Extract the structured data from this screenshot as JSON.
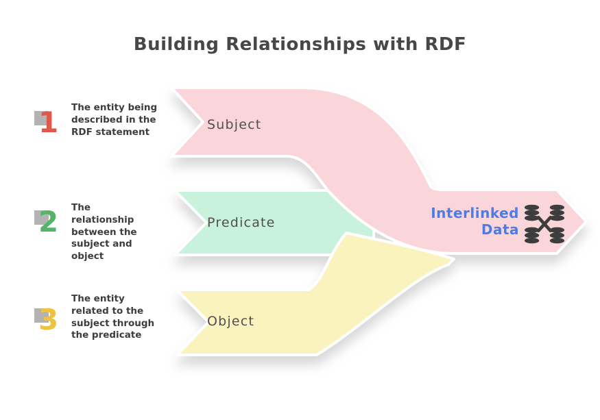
{
  "title": "Building Relationships with RDF",
  "legend": [
    {
      "number": "1",
      "color": "#e2574c",
      "square_color": "#a0a0a0",
      "description": "The entity being described in the RDF statement"
    },
    {
      "number": "2",
      "color": "#55b467",
      "square_color": "#a0a0a0",
      "description": "The relationship between the subject and object"
    },
    {
      "number": "3",
      "color": "#eec33f",
      "square_color": "#a0a0a0",
      "description": "The entity related to the subject through the predicate"
    }
  ],
  "flow": {
    "subject": {
      "label": "Subject",
      "color": "#fad6da"
    },
    "predicate": {
      "label": "Predicate",
      "color": "#c9f2dc"
    },
    "object": {
      "label": "Object",
      "color": "#fbf3be"
    },
    "output": {
      "label": "Interlinked Data",
      "color": "#fad6da",
      "text_color": "#4a7de9"
    }
  },
  "icon": {
    "name": "interlinked-databases",
    "color": "#3d3d3d"
  },
  "stroke_color": "#ffffff"
}
